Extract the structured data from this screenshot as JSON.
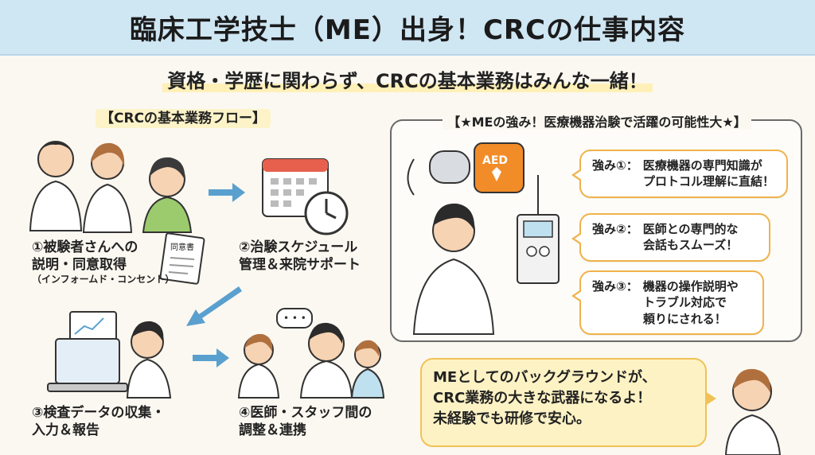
{
  "title": "臨床工学技士（ME）出身！CRCの仕事内容",
  "subtitle": "資格・学歴に関わらず、CRCの基本業務はみんな一緒！",
  "flow": {
    "heading": "【CRCの基本業務フロー】",
    "steps": [
      {
        "line1": "①被験者さんへの",
        "line2": "説明・同意取得",
        "line3": "（インフォームド・コンセント）"
      },
      {
        "line1": "②治験スケジュール",
        "line2": "管理＆来院サポート"
      },
      {
        "line1": "③検査データの収集・",
        "line2": "入力＆報告"
      },
      {
        "line1": "④医師・スタッフ間の",
        "line2": "調整＆連携"
      }
    ],
    "doc_label": "同意書",
    "aed_label": "AED",
    "speech_dots": "• • •"
  },
  "me": {
    "heading": "【★MEの強み！医療機器治験で活躍の可能性大★】",
    "strengths": [
      {
        "tag": "強み①：",
        "line1": "医療機器の専門知識が",
        "line2": "プロトコル理解に直結！"
      },
      {
        "tag": "強み②：",
        "line1": "医師との専門的な",
        "line2": "会話もスムーズ！"
      },
      {
        "tag": "強み③：",
        "line1": "機器の操作説明や",
        "line2": "トラブル対応で",
        "line3": "頼りにされる！"
      }
    ]
  },
  "note": {
    "line1": "MEとしてのバックグラウンドが、",
    "line2": "CRC業務の大きな武器になるよ！",
    "line3": "未経験でも研修で安心。"
  },
  "colors": {
    "title_bg": "#cfe6f3",
    "accent": "#f0b24b",
    "note_bg": "#fdf2c4",
    "arrow": "#5aa0cf"
  }
}
